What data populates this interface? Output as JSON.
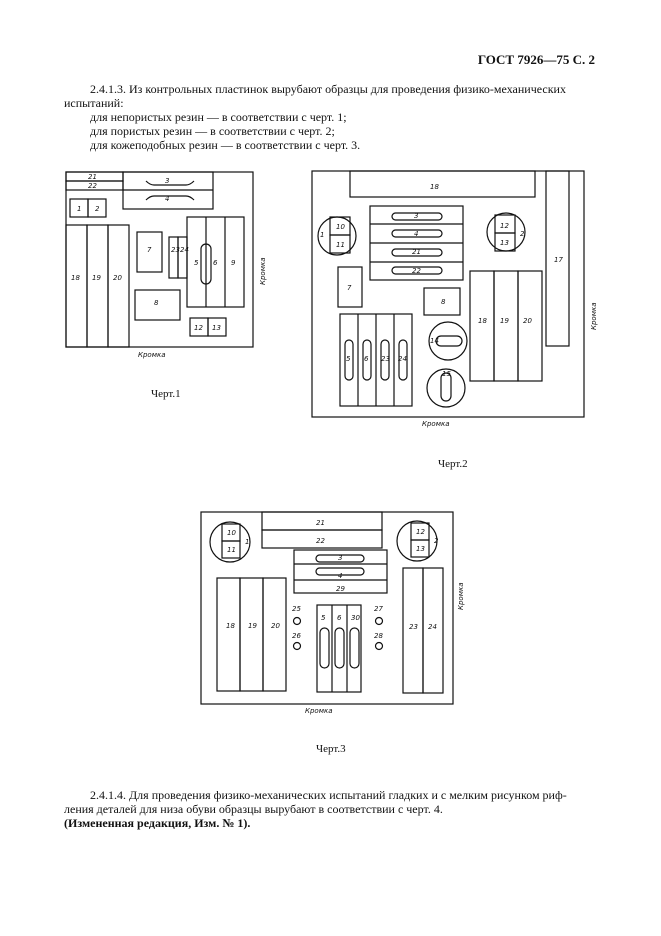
{
  "header": "ГОСТ 7926—75 С. 2",
  "para1": {
    "lead": "2.4.1.3. Из контрольных пластинок вырубают образцы для проведения физико-механических",
    "cont": "испытаний:",
    "items": [
      "для непористых резин — в соответствии с черт. 1;",
      "для пористых резин — в соответствии с черт. 2;",
      "для кожеподобных резин — в соответствии с черт. 3."
    ]
  },
  "figures": {
    "edge_label": "Кромка",
    "fig1": {
      "caption": "Черт.1",
      "labels": [
        "21",
        "22",
        "3",
        "4",
        "1",
        "2",
        "7",
        "23",
        "24",
        "5",
        "6",
        "9",
        "18",
        "19",
        "20",
        "8",
        "12",
        "13"
      ]
    },
    "fig2": {
      "caption": "Черт.2",
      "labels": [
        "18",
        "1",
        "10",
        "11",
        "3",
        "4",
        "21",
        "22",
        "12",
        "2",
        "13",
        "17",
        "7",
        "8",
        "18",
        "19",
        "20",
        "5",
        "6",
        "23",
        "24",
        "14",
        "15"
      ]
    },
    "fig3": {
      "caption": "Черт.3",
      "labels": [
        "10",
        "1",
        "11",
        "21",
        "22",
        "12",
        "2",
        "13",
        "3",
        "4",
        "29",
        "18",
        "19",
        "20",
        "25",
        "26",
        "5",
        "6",
        "30",
        "27",
        "28",
        "23",
        "24"
      ]
    }
  },
  "para2": {
    "line1": "2.4.1.4. Для проведения физико-механических испытаний гладких и с мелким рисунком риф-",
    "line2": "ления деталей для низа обуви образцы вырубают в соответствии с черт. 4.",
    "note": "(Измененная редакция, Изм. № 1)."
  }
}
